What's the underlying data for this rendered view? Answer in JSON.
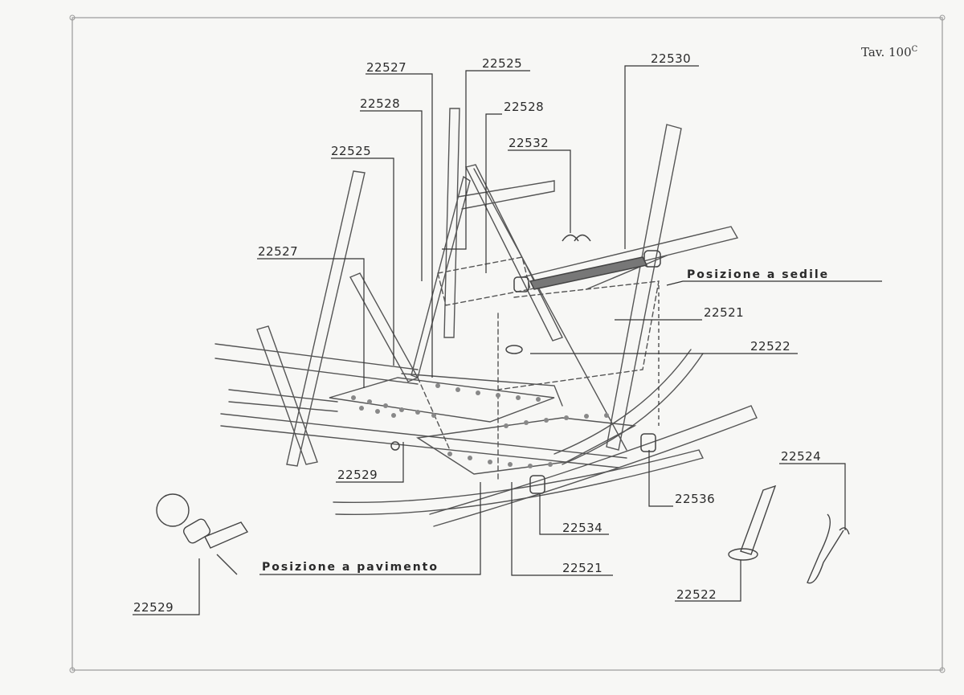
{
  "plate": {
    "title": "Tav. 100",
    "suffix": "C"
  },
  "positions": {
    "seat": "Posizione a sedile",
    "floor": "Posizione a pavimento"
  },
  "callouts": {
    "c22527_top": "22527",
    "c22525_top": "22525",
    "c22530": "22530",
    "c22528_left": "22528",
    "c22528_right": "22528",
    "c22532": "22532",
    "c22525_left": "22525",
    "c22527_left": "22527",
    "c22521_right": "22521",
    "c22522_right": "22522",
    "c22529_mid": "22529",
    "c22536": "22536",
    "c22534": "22534",
    "c22521_bottom": "22521",
    "c22524": "22524",
    "c22522_bottom": "22522",
    "c22529_bottom": "22529"
  }
}
